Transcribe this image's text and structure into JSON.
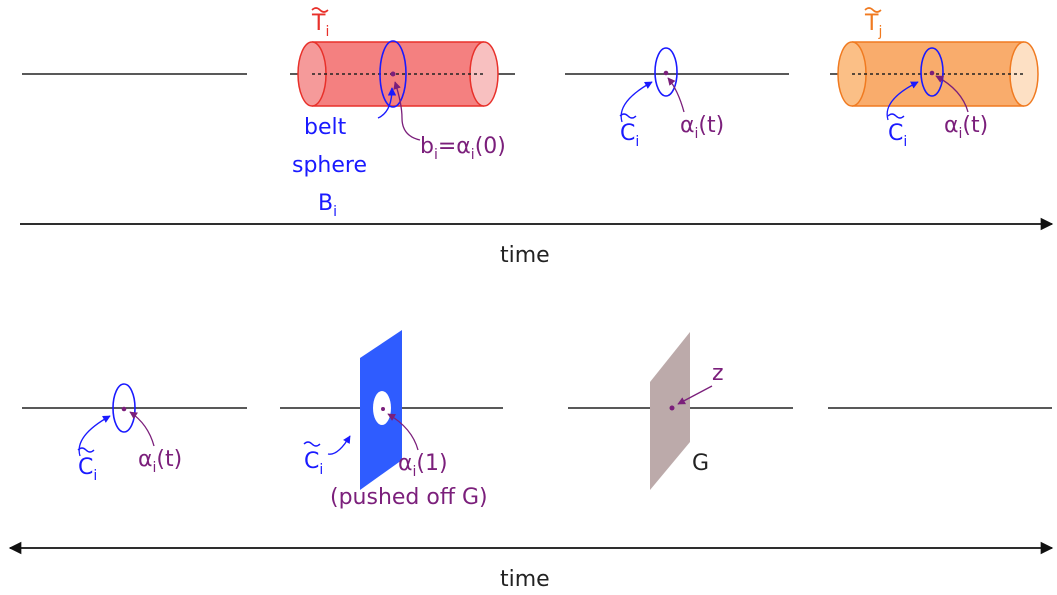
{
  "top_row": {
    "T_i": {
      "base": "T",
      "sub": "i"
    },
    "T_j": {
      "base": "T",
      "sub": "j"
    },
    "belt_sphere": {
      "line1": "belt",
      "line2": "sphere",
      "symbol": "B",
      "sub": "i"
    },
    "b_i_label": {
      "base": "b",
      "sub": "i",
      "rest": "=α",
      "sub2": "i",
      "tail": "(0)"
    },
    "C_i": {
      "base": "C",
      "sub": "i"
    },
    "alpha_t": {
      "base": "α",
      "sub": "i",
      "tail": "(t)"
    },
    "C_i_2": {
      "base": "C",
      "sub": "i"
    },
    "alpha_t_2": {
      "base": "α",
      "sub": "i",
      "tail": "(t)"
    },
    "time_label": "time"
  },
  "bottom_row": {
    "C_i": {
      "base": "C",
      "sub": "i"
    },
    "alpha_t": {
      "base": "α",
      "sub": "i",
      "tail": "(t)"
    },
    "C_i_2": {
      "base": "C",
      "sub": "i"
    },
    "alpha_1": {
      "base": "α",
      "sub": "i",
      "tail": "(1)"
    },
    "pushed_off": "(pushed off G)",
    "z_label": "z",
    "G_label": "G",
    "time_label": "time"
  },
  "colors": {
    "red_fill": "#f26a6a",
    "red_stroke": "#e8302a",
    "orange_fill": "#f8a35c",
    "orange_stroke": "#f07a20",
    "blue": "#1a1aff",
    "sheet_blue": "#2f5cff",
    "purple": "#7b1f7b",
    "gray_sheet": "#bcaaaa"
  },
  "icons": [
    "arrow-head-icon",
    "tilde-icon"
  ]
}
